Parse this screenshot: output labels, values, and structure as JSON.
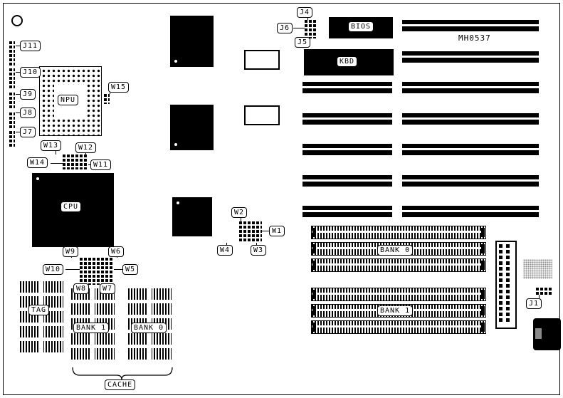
{
  "board": {
    "part_number": "MH0537",
    "chips": {
      "npu": "NPU",
      "cpu": "CPU",
      "bios": "BIOS",
      "kbd": "KBD"
    },
    "cache": {
      "tag": "TAG",
      "bank1": "BANK 1",
      "bank0": "BANK 0",
      "group": "CACHE"
    },
    "simm": {
      "bank0": "BANK 0",
      "bank1": "BANK 1"
    },
    "jumpers": {
      "j1": "J1",
      "j4": "J4",
      "j5": "J5",
      "j6": "J6",
      "j7": "J7",
      "j8": "J8",
      "j9": "J9",
      "j10": "J10",
      "j11": "J11",
      "w1": "W1",
      "w2": "W2",
      "w3": "W3",
      "w4": "W4",
      "w5": "W5",
      "w6": "W6",
      "w7": "W7",
      "w8": "W8",
      "w9": "W9",
      "w10": "W10",
      "w11": "W11",
      "w12": "W12",
      "w13": "W13",
      "w14": "W14",
      "w15": "W15"
    }
  }
}
